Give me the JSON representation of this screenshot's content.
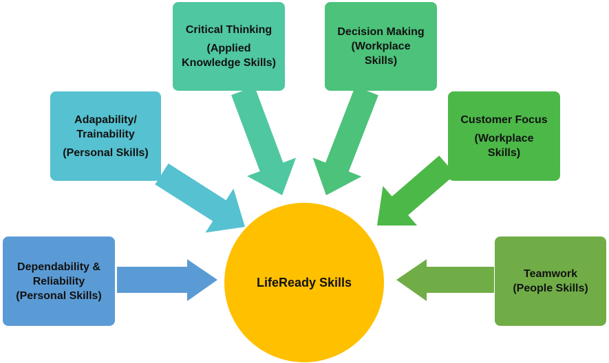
{
  "center": {
    "label": "LifeReady Skills",
    "color": "#FFC000"
  },
  "nodes": [
    {
      "id": "dependability",
      "lines": [
        "Dependability &",
        "Reliability",
        "(Personal Skills)"
      ],
      "gap_after": [],
      "color": "#5B9BD5"
    },
    {
      "id": "adaptability",
      "lines": [
        "Adapability/",
        "Trainability",
        "(Personal Skills)"
      ],
      "gap_after": [
        1
      ],
      "color": "#56C1D0"
    },
    {
      "id": "critical-thinking",
      "lines": [
        "Critical Thinking",
        "(Applied",
        "Knowledge Skills)"
      ],
      "gap_after": [
        0
      ],
      "color": "#4FC7A0"
    },
    {
      "id": "decision-making",
      "lines": [
        "Decision Making",
        "(Workplace",
        "Skills)"
      ],
      "gap_after": [],
      "color": "#4CC27A"
    },
    {
      "id": "customer-focus",
      "lines": [
        "Customer Focus",
        "(Workplace",
        "Skills)"
      ],
      "gap_after": [
        0
      ],
      "color": "#4CB848"
    },
    {
      "id": "teamwork",
      "lines": [
        "Teamwork",
        "(People Skills)"
      ],
      "gap_after": [],
      "color": "#70AD47"
    }
  ]
}
